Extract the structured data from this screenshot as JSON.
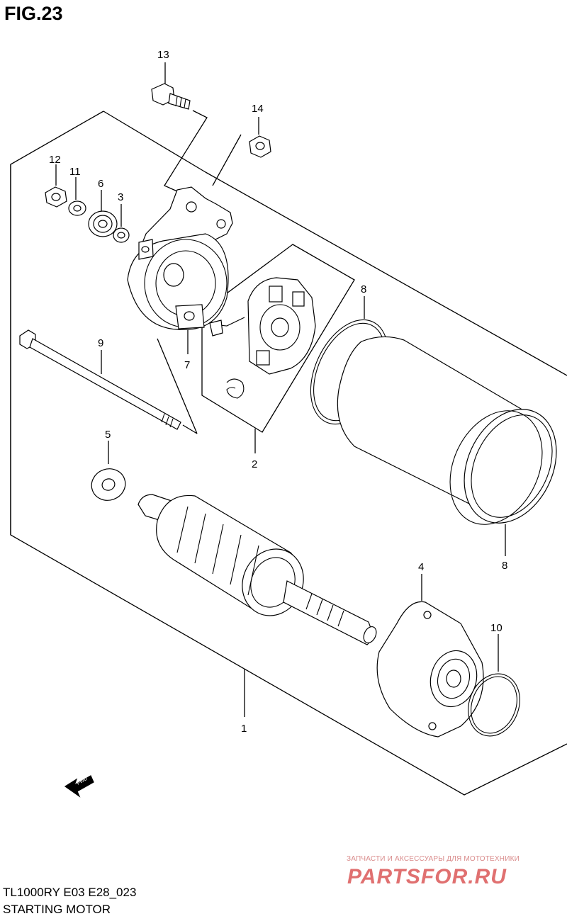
{
  "figure": {
    "title": "FIG.23",
    "model_code": "TL1000RY E03 E28_023",
    "name": "STARTING MOTOR"
  },
  "callouts": [
    "13",
    "14",
    "12",
    "11",
    "6",
    "3",
    "8",
    "9",
    "7",
    "5",
    "2",
    "8",
    "4",
    "10",
    "1"
  ],
  "fwd_arrow_label": "FWD",
  "watermark": {
    "tagline": "ЗАПЧАСТИ И АКСЕССУАРЫ ДЛЯ МОТОТЕХНИКИ",
    "logo": "PARTSFOR.RU",
    "color": "#e07070"
  }
}
